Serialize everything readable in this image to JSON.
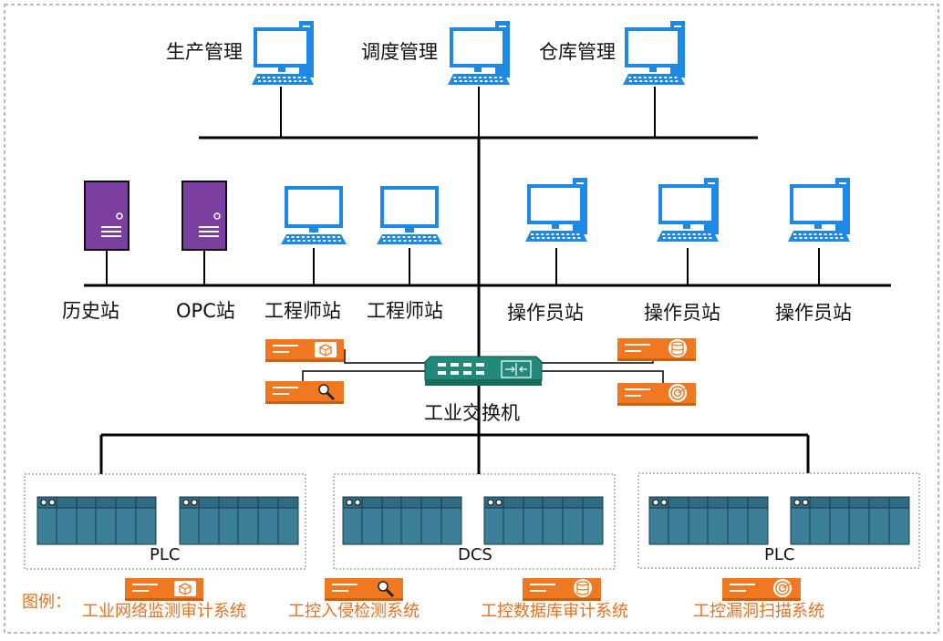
{
  "colors": {
    "monitor": "#1E88E5",
    "monitor_dark": "#1565C0",
    "server": "#7B3FA0",
    "switch": "#21897A",
    "device": "#3D7F98",
    "orange": "#F07820",
    "line": "#000000"
  },
  "top_workstations": [
    {
      "label": "生产管理",
      "icon": "desktop-computer-icon"
    },
    {
      "label": "调度管理",
      "icon": "desktop-computer-icon"
    },
    {
      "label": "仓库管理",
      "icon": "desktop-computer-icon"
    }
  ],
  "stations": [
    {
      "label": "历史站",
      "icon": "server-tower-icon"
    },
    {
      "label": "OPC站",
      "icon": "server-tower-icon"
    },
    {
      "label": "工程师站",
      "icon": "monitor-icon"
    },
    {
      "label": "工程师站",
      "icon": "monitor-icon"
    },
    {
      "label": "操作员站",
      "icon": "desktop-computer-icon"
    },
    {
      "label": "操作员站",
      "icon": "desktop-computer-icon"
    },
    {
      "label": "操作员站",
      "icon": "desktop-computer-icon"
    }
  ],
  "switch": {
    "label": "工业交换机",
    "icon": "network-switch-icon"
  },
  "security_devices": [
    {
      "icon": "shield-box-icon"
    },
    {
      "icon": "magnifier-icon"
    },
    {
      "icon": "database-icon"
    },
    {
      "icon": "target-scan-icon"
    }
  ],
  "controller_groups": [
    {
      "label": "PLC"
    },
    {
      "label": "DCS"
    },
    {
      "label": "PLC"
    }
  ],
  "legend": {
    "title": "图例：",
    "items": [
      {
        "label": "工业网络监测审计系统",
        "icon": "shield-box-icon"
      },
      {
        "label": "工控入侵检测系统",
        "icon": "magnifier-icon"
      },
      {
        "label": "工控数据库审计系统",
        "icon": "database-icon"
      },
      {
        "label": "工控漏洞扫描系统",
        "icon": "target-scan-icon"
      }
    ]
  }
}
